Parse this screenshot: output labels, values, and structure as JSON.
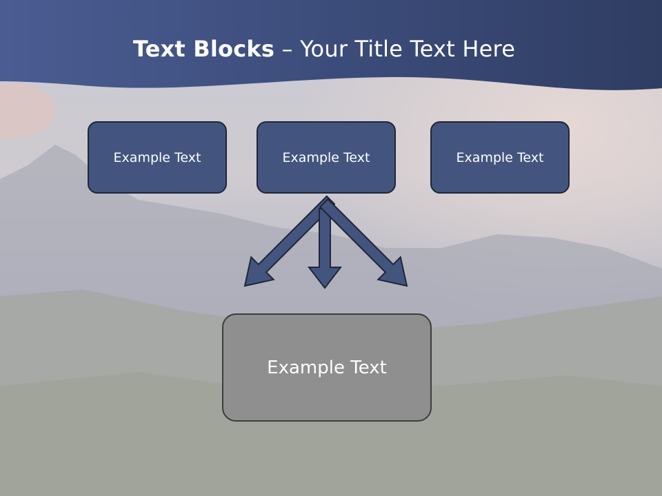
{
  "title": {
    "bold": "Text Blocks",
    "dash": " – ",
    "rest": "Your Title Text Here"
  },
  "blocks": [
    {
      "label": "Example Text"
    },
    {
      "label": "Example Text"
    },
    {
      "label": "Example Text"
    }
  ],
  "result_block": {
    "label": "Example Text"
  },
  "colors": {
    "header": "#3d4f7c",
    "block_fill": "#43557f",
    "result_fill": "#8f8f8f",
    "arrow_fill": "#43557f"
  }
}
